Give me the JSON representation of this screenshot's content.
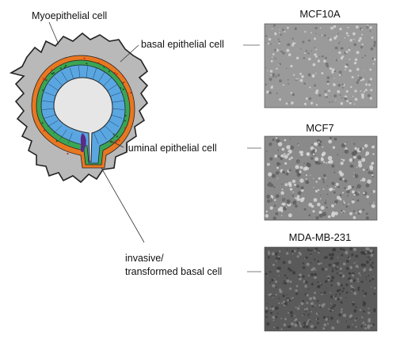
{
  "labels": {
    "myoepithelial": "Myoepithelial cell",
    "basal": "basal epithelial cell",
    "luminal": "luminal epithelial cell",
    "invasive_line1": "invasive/",
    "invasive_line2": "transformed basal cell"
  },
  "panels": [
    {
      "title": "MCF10A"
    },
    {
      "title": "MCF7"
    },
    {
      "title": "MDA-MB-231"
    }
  ],
  "colors": {
    "stroma": "#b9b9b9",
    "myoepithelial_layer": "#e87722",
    "basal_layer": "#3aa655",
    "luminal_layer": "#5aa6e0",
    "lumen": "#e6e6e6",
    "invasive_cell": "#5b2a86",
    "micrograph_mcf10a": "#9a9a9a",
    "micrograph_mcf7": "#8a8a8a",
    "micrograph_mda": "#5a5a5a"
  }
}
